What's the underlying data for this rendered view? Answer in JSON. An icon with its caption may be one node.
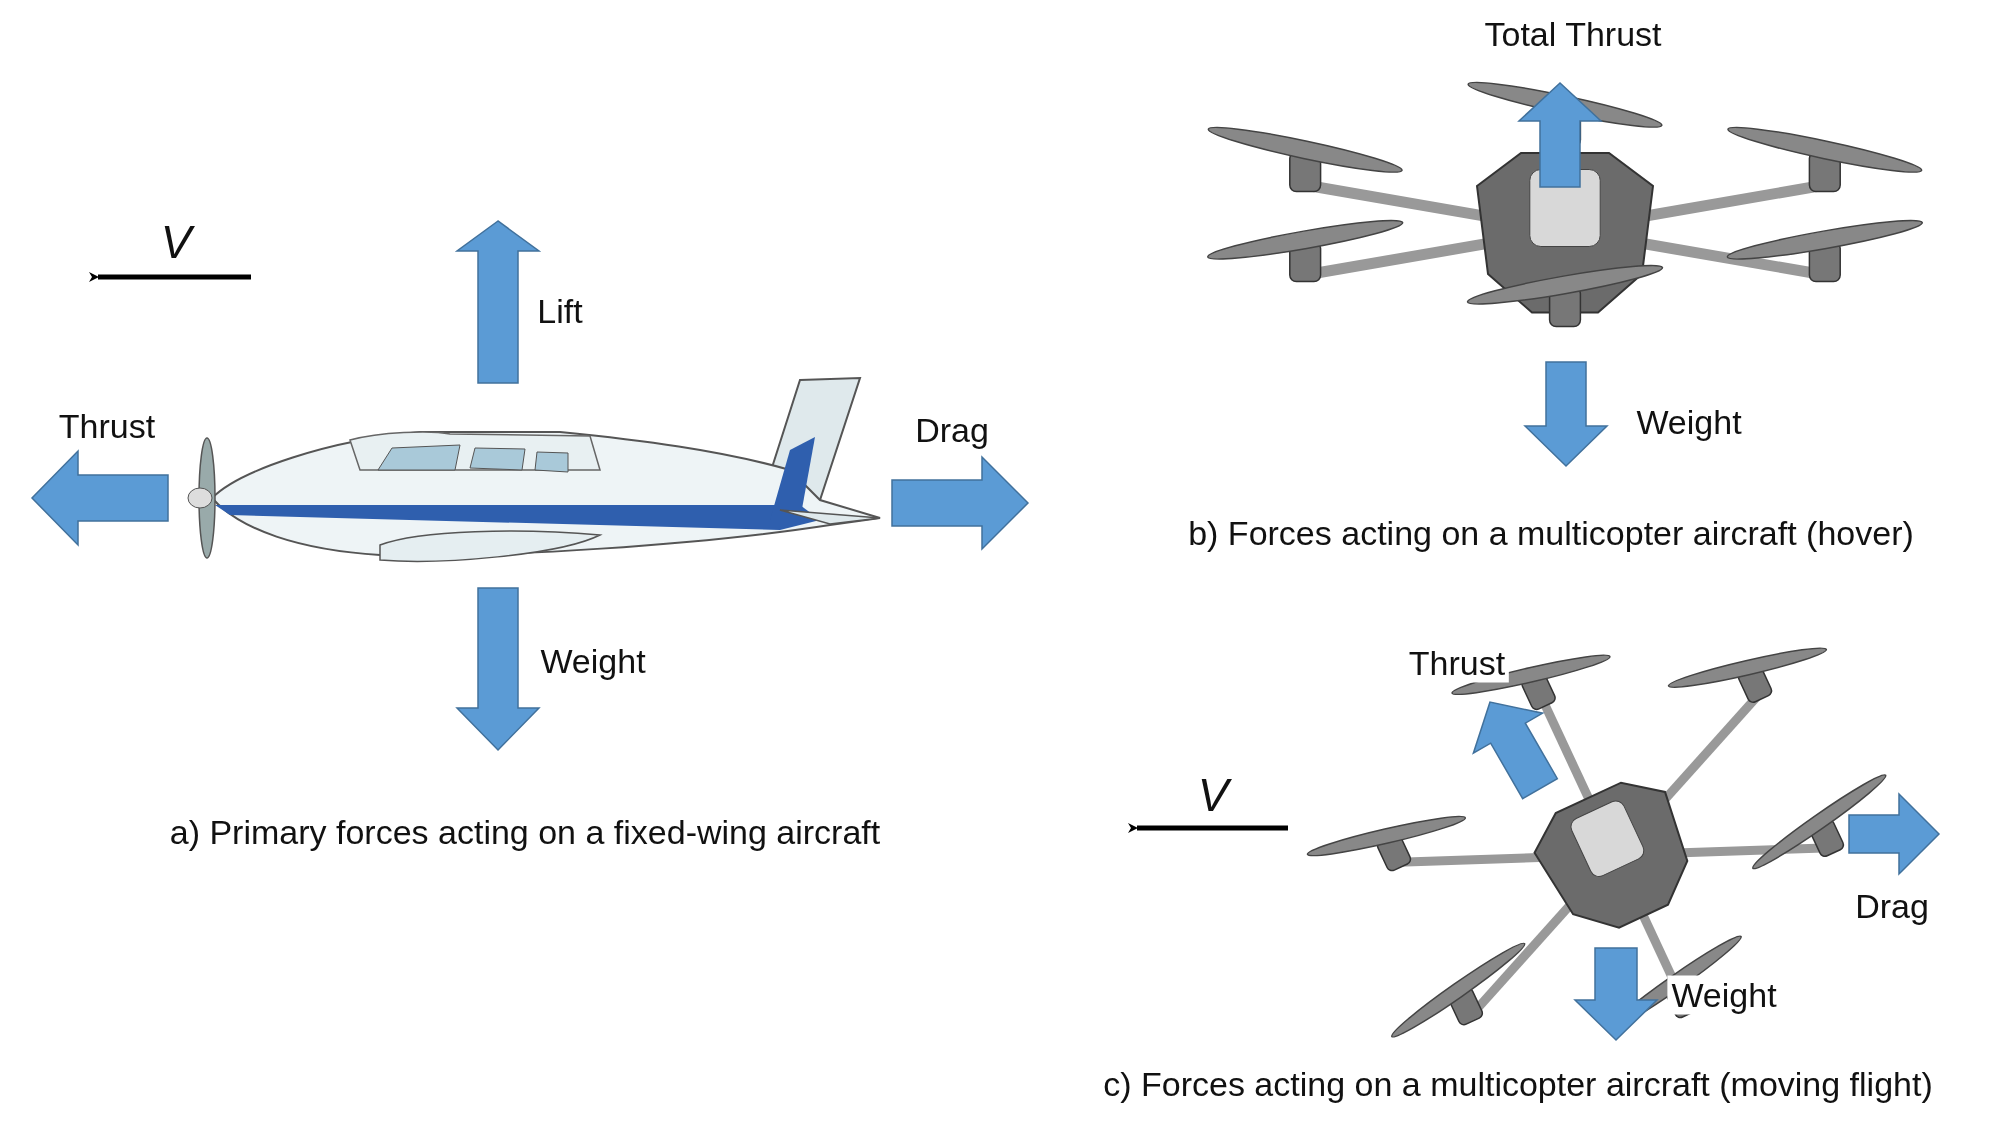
{
  "diagram": {
    "labels": [
      "Total Thrust",
      "V",
      "Lift",
      "Weight",
      "Thrust",
      "Drag",
      "b) Forces acting on a multicopter aircraft (hover)",
      "Weight",
      "Thrust",
      "V",
      "a) Primary forces acting on a fixed-wing aircraft",
      "Drag",
      "Weight",
      "c) Forces acting on a multicopter aircraft (moving flight)"
    ]
  }
}
